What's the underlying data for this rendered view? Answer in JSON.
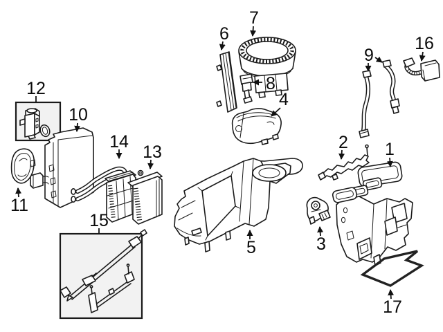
{
  "diagram": {
    "kind": "exploded-parts-diagram",
    "background_color": "#ffffff",
    "line_color": "#1a1a1a",
    "inset_box_fill": "#f2f2f2",
    "callouts": [
      {
        "number": "1",
        "part": "hvac-case-upper-housing"
      },
      {
        "number": "2",
        "part": "mounting-bracket"
      },
      {
        "number": "3",
        "part": "actuator-motor"
      },
      {
        "number": "4",
        "part": "air-duct-housing"
      },
      {
        "number": "5",
        "part": "hvac-case-lower-housing"
      },
      {
        "number": "6",
        "part": "auxiliary-heater-element"
      },
      {
        "number": "7",
        "part": "blower-motor"
      },
      {
        "number": "8",
        "part": "blower-resistor"
      },
      {
        "number": "9",
        "part": "drain-hoses"
      },
      {
        "number": "10",
        "part": "evaporator-core"
      },
      {
        "number": "11",
        "part": "end-cover-cap"
      },
      {
        "number": "12",
        "part": "expansion-valve-kit"
      },
      {
        "number": "13",
        "part": "heater-core"
      },
      {
        "number": "14",
        "part": "heater-core-with-pipes"
      },
      {
        "number": "15",
        "part": "control-rod-kit"
      },
      {
        "number": "16",
        "part": "wiring-connector"
      },
      {
        "number": "17",
        "part": "seal-gasket"
      }
    ]
  }
}
